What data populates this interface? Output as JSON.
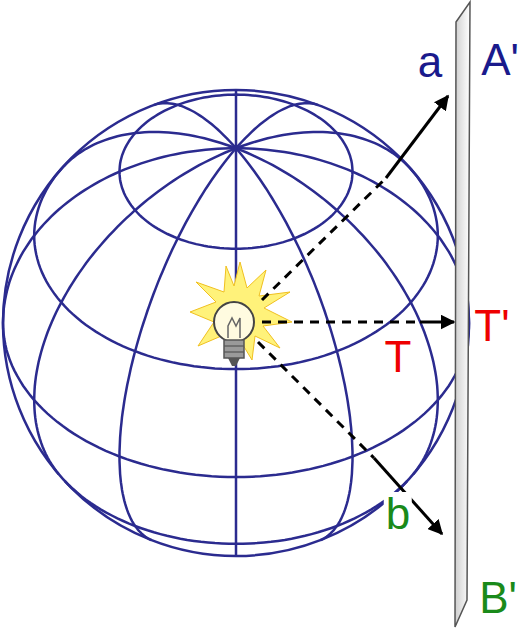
{
  "diagram": {
    "labels": [
      "A'",
      "a",
      "T",
      "T'",
      "b",
      "B'"
    ]
  }
}
